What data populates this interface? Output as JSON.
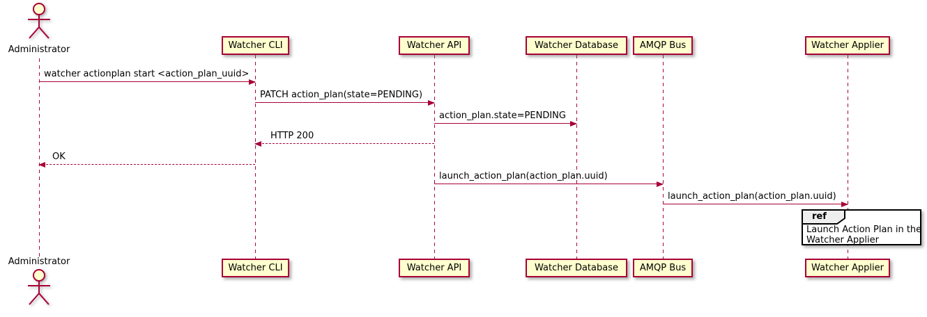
{
  "diagram_type": "uml-sequence",
  "colors": {
    "accent": "#A80036",
    "participant_fill": "#FEFECE",
    "ref_tab_fill": "#EEEEEE",
    "ref_border": "#000000",
    "background": "#FFFFFF"
  },
  "actor": {
    "label": "Administrator"
  },
  "participants": [
    "Watcher CLI",
    "Watcher API",
    "Watcher Database",
    "AMQP Bus",
    "Watcher Applier"
  ],
  "messages": [
    {
      "from": "Administrator",
      "to": "Watcher CLI",
      "text": "watcher actionplan start <action_plan_uuid>",
      "line": "solid",
      "direction": "right"
    },
    {
      "from": "Watcher CLI",
      "to": "Watcher API",
      "text": "PATCH action_plan(state=PENDING)",
      "line": "solid",
      "direction": "right"
    },
    {
      "from": "Watcher API",
      "to": "Watcher Database",
      "text": "action_plan.state=PENDING",
      "line": "solid",
      "direction": "right"
    },
    {
      "from": "Watcher API",
      "to": "Watcher CLI",
      "text": "HTTP 200",
      "line": "dashed",
      "direction": "left"
    },
    {
      "from": "Watcher CLI",
      "to": "Administrator",
      "text": "OK",
      "line": "dashed",
      "direction": "left"
    },
    {
      "from": "Watcher API",
      "to": "AMQP Bus",
      "text": "launch_action_plan(action_plan.uuid)",
      "line": "solid",
      "direction": "right"
    },
    {
      "from": "AMQP Bus",
      "to": "Watcher Applier",
      "text": "launch_action_plan(action_plan.uuid)",
      "line": "solid",
      "direction": "right"
    }
  ],
  "ref": {
    "keyword": "ref",
    "line1": "Launch Action Plan in the",
    "line2": "Watcher Applier",
    "over": "Watcher Applier"
  }
}
